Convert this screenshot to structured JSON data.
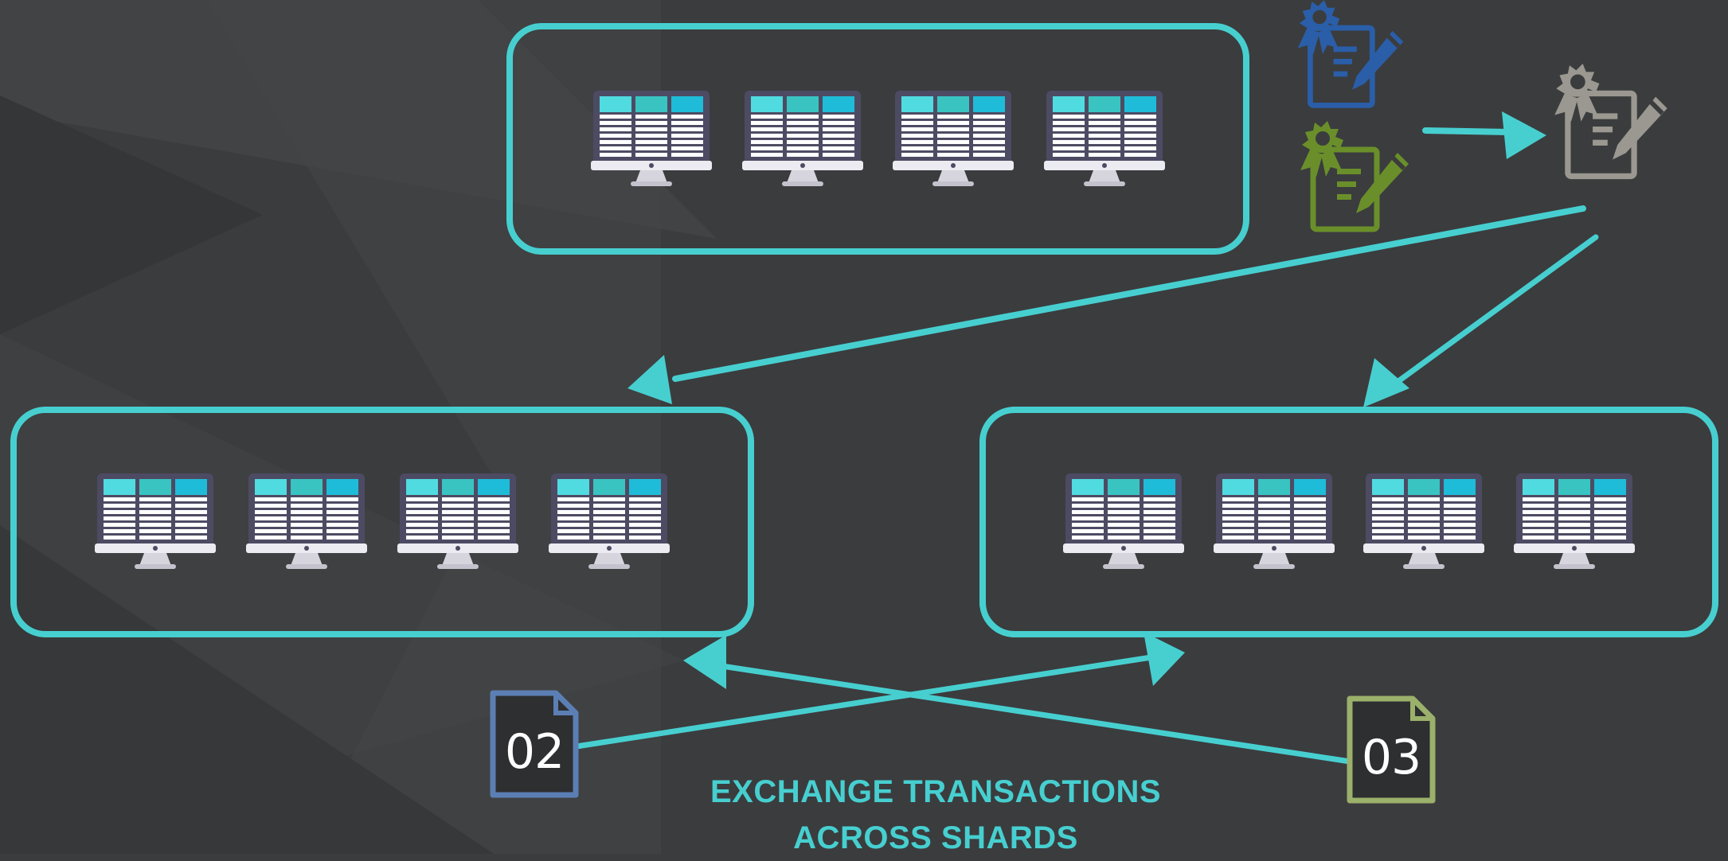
{
  "diagram": {
    "caption_line1": "EXCHANGE TRANSACTIONS",
    "caption_line2": "ACROSS SHARDS",
    "shards": [
      {
        "id": "top",
        "nodes": 4
      },
      {
        "id": "left",
        "nodes": 4
      },
      {
        "id": "right",
        "nodes": 4
      }
    ],
    "transactions": [
      {
        "label": "02",
        "color": "#5b7fb4"
      },
      {
        "label": "03",
        "color": "#9bb06a"
      }
    ],
    "certificates": [
      {
        "name": "blue-certificate-icon",
        "color": "#2a5ea8"
      },
      {
        "name": "green-certificate-icon",
        "color": "#6a8f2a"
      },
      {
        "name": "gray-certificate-icon",
        "color": "#9a9890"
      }
    ],
    "colors": {
      "accent": "#47cfd0",
      "background": "#3b3c3e"
    }
  }
}
